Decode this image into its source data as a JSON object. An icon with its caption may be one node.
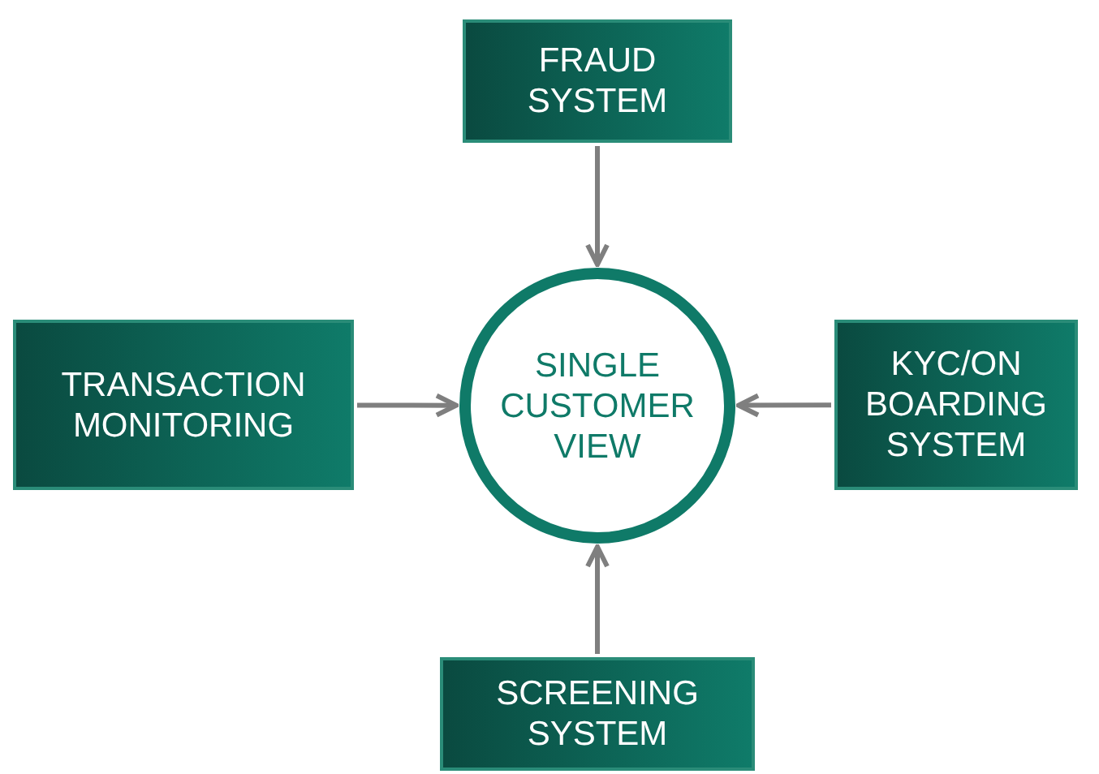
{
  "diagram": {
    "nodes": [
      {
        "text": [
          "FRAUD SYSTEM"
        ]
      },
      {
        "text": [
          "TRANSACTION MONITORING"
        ]
      },
      {
        "text": [
          "SINGLE CUSTOMER VIEW"
        ]
      },
      {
        "text": [
          "KYC/ON BOARDING SYSTEM"
        ]
      },
      {
        "text": [
          "SCREENING SYSTEM"
        ]
      }
    ],
    "edges": [
      {
        "from": 0,
        "to": 2,
        "arrow": "to"
      },
      {
        "from": 1,
        "to": 2,
        "arrow": "to"
      },
      {
        "from": 3,
        "to": 2,
        "arrow": "to"
      },
      {
        "from": 4,
        "to": 2,
        "arrow": "to"
      }
    ]
  }
}
